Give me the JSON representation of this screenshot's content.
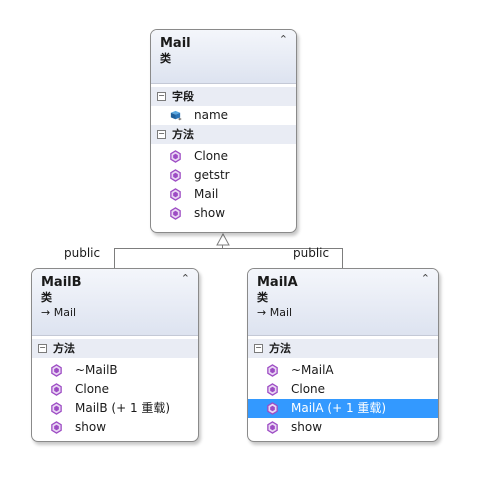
{
  "classes": {
    "mail": {
      "name": "Mail",
      "stereotype": "类",
      "sections": {
        "fields": {
          "label": "字段",
          "toggle": "−",
          "items": [
            "name"
          ]
        },
        "methods": {
          "label": "方法",
          "toggle": "−",
          "items": [
            "Clone",
            "getstr",
            "Mail",
            "show"
          ]
        }
      }
    },
    "mailb": {
      "name": "MailB",
      "stereotype": "类",
      "base": "Mail",
      "base_arrow": "→",
      "sections": {
        "methods": {
          "label": "方法",
          "toggle": "−",
          "items": [
            "~MailB",
            "Clone",
            "MailB (+ 1 重载)",
            "show"
          ]
        }
      }
    },
    "maila": {
      "name": "MailA",
      "stereotype": "类",
      "base": "Mail",
      "base_arrow": "→",
      "sections": {
        "methods": {
          "label": "方法",
          "toggle": "−",
          "items": [
            "~MailA",
            "Clone",
            "MailA (+ 1 重载)",
            "show"
          ],
          "selected_index": 2
        }
      }
    }
  },
  "collapse_glyph": "⌃",
  "edges": [
    {
      "from": "MailB",
      "to": "Mail",
      "label": "public"
    },
    {
      "from": "MailA",
      "to": "Mail",
      "label": "public"
    }
  ],
  "colors": {
    "selection": "#3399ff",
    "method_icon": "#9d4cc4",
    "field_icon": "#2a74b8",
    "header_gradient_bottom": "#dde3f0"
  }
}
